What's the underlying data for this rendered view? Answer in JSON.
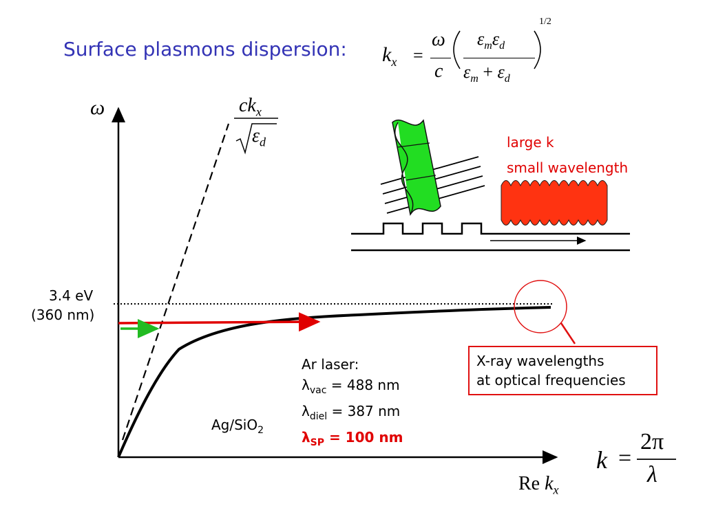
{
  "title": "Surface plasmons dispersion:",
  "y_axis_label": "ω",
  "x_axis_label_re": "Re",
  "x_axis_label_k": "k",
  "x_axis_label_sub": "x",
  "light_line_numer": "ck",
  "light_line_numer_sub": "x",
  "light_line_denom": "ε",
  "light_line_denom_sub": "d",
  "energy_label_1": "3.4 eV",
  "energy_label_2": "(360 nm)",
  "large_k_label": "large k",
  "small_wavelength_label": "small wavelength",
  "laser_title": "Ar laser:",
  "laser_vac_prefix": "λ",
  "laser_vac_sub": "vac",
  "laser_vac_value": " = 488 nm",
  "laser_diel_prefix": "λ",
  "laser_diel_sub": "diel",
  "laser_diel_value": " = 387 nm",
  "laser_sp_prefix": "λ",
  "laser_sp_sub": "SP",
  "laser_sp_value": " = 100 nm",
  "material_label": "Ag/SiO",
  "material_sub": "2",
  "xray_line1": "X-ray wavelengths",
  "xray_line2": "at optical frequencies",
  "formula_kx": "k",
  "formula_kx_sub": "x",
  "formula_eq": "=",
  "formula_omega": "ω",
  "formula_c": "c",
  "formula_em": "ε",
  "formula_em_sub": "m",
  "formula_ed": "ε",
  "formula_ed_sub": "d",
  "formula_plus": "+",
  "formula_exp": "1/2",
  "k_formula_k": "k",
  "k_formula_eq": "=",
  "k_formula_num": "2π",
  "k_formula_den": "λ",
  "colors": {
    "title": "#3333b5",
    "red": "#e00000",
    "green_arrow": "#22bb22",
    "green_wave": "#22dd22",
    "red_wave": "#ff3311"
  }
}
